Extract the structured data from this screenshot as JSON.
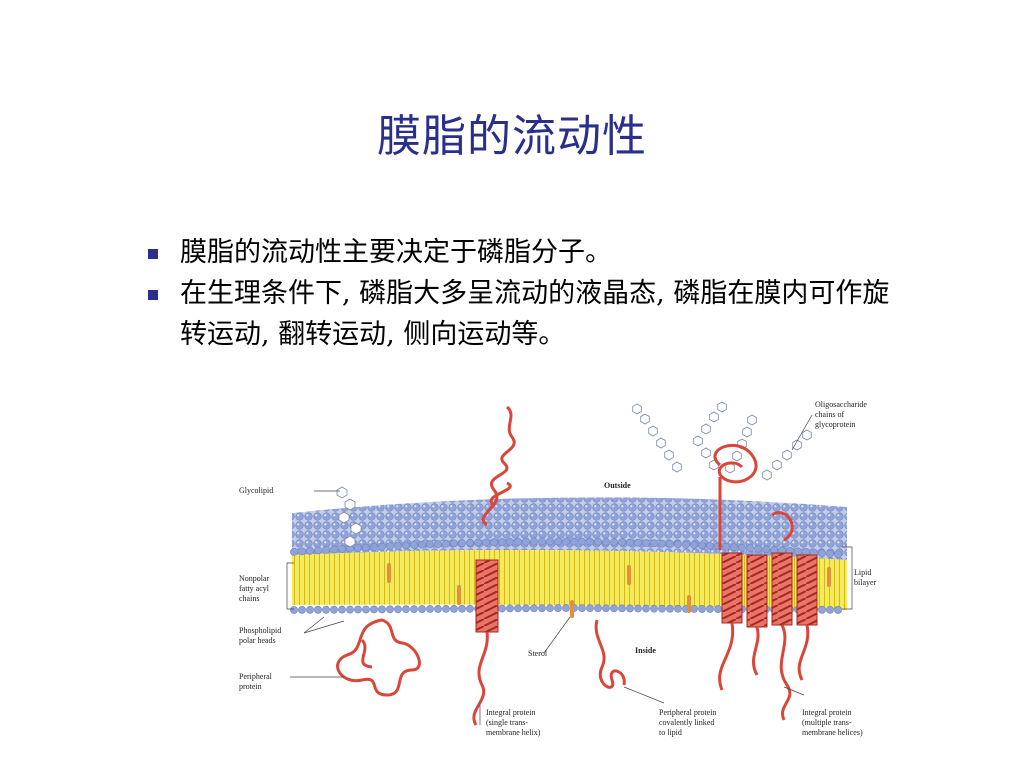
{
  "slide": {
    "title": "膜脂的流动性",
    "bullets": [
      "膜脂的流动性主要决定于磷脂分子。",
      "在生理条件下, 磷脂大多呈流动的液晶态, 磷脂在膜内可作旋转运动, 翻转运动, 侧向运动等。"
    ]
  },
  "figure": {
    "labels": {
      "oligosaccharide": [
        "Oligosaccharide",
        "chains of",
        "glycoprotein"
      ],
      "glycolipid": "Glycolipid",
      "outside": "Outside",
      "nonpolar": [
        "Nonpolar",
        "fatty acyl",
        "chains"
      ],
      "lipid_bilayer": [
        "Lipid",
        "bilayer"
      ],
      "phospholipid": [
        "Phospholipid",
        "polar heads"
      ],
      "sterol": "Sterol",
      "inside": "Inside",
      "peripheral": [
        "Peripheral",
        "protein"
      ],
      "integral_single": [
        "Integral protein",
        "(single trans-",
        "membrane helix)"
      ],
      "peripheral_linked": [
        "Peripheral protein",
        "covalently linked",
        "to lipid"
      ],
      "integral_multiple": [
        "Integral protein",
        "(multiple trans-",
        "membrane helices)"
      ]
    },
    "colors": {
      "heads": "#8fa3d8",
      "tails": "#f2e23c",
      "protein": "#d9463a",
      "title": "#2a2f8e"
    }
  }
}
